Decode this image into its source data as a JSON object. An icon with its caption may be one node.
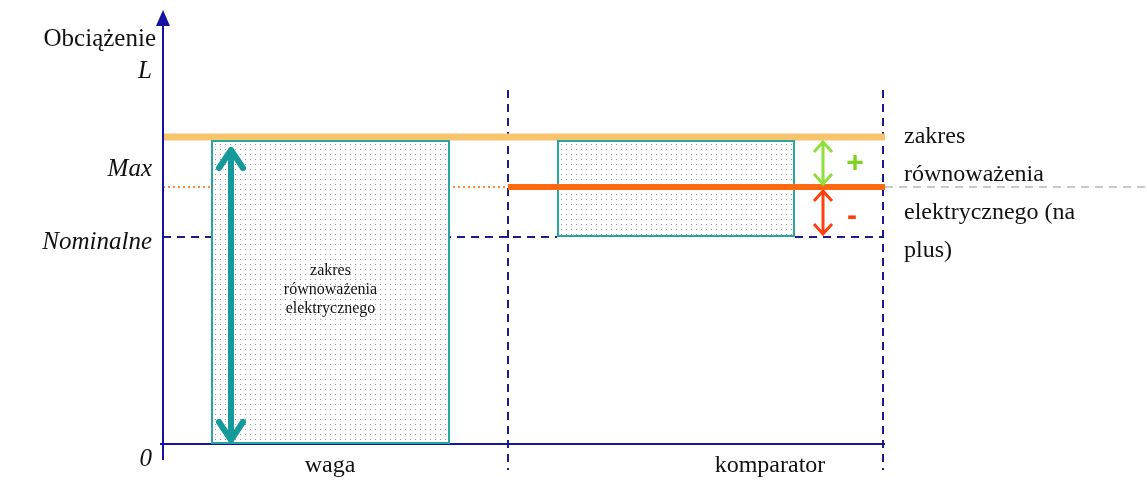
{
  "diagram": {
    "nodes": [
      {
        "text": [
          "zakres równoważenia elektrycznego"
        ]
      },
      {
        "text": [],
        "shape": "box"
      }
    ],
    "labels": [
      "Obciążenie",
      "L",
      "Max",
      "Nominalne",
      "0",
      "+",
      "-",
      "zakres równoważenia elektrycznego (na plus)",
      "waga",
      "komparator"
    ]
  }
}
